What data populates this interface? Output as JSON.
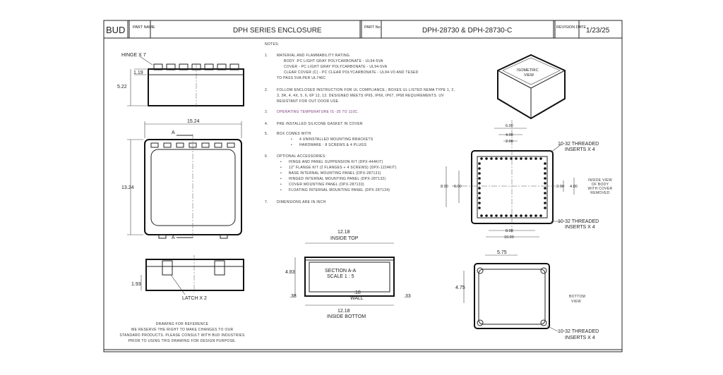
{
  "title_block": {
    "logo": "BUD",
    "part_name_label": "PART NAME",
    "part_name": "DPH SERIES ENCLOSURE",
    "part_no_label": "PART No.",
    "part_no": "DPH-28730 & DPH-28730-C",
    "revision_label": "REVISION DATE",
    "revision_date": "1/23/25"
  },
  "notes": {
    "heading": "NOTES:",
    "items": [
      {
        "num": "1.",
        "lines": [
          "MATERIAL AND FLAMMABILITY RATING.",
          "BODY -PC LIGHT GRAY POLYCARBONATE - UL94-5VA",
          "COVER - PC LIGHT GRAY POLYCARBONATE - UL94-5VA",
          "CLEAR COVER (C) - PC CLEAR POLYCARBONATE - UL94-V0 AND TESED",
          "TO PASS 5VA PER UL746C"
        ]
      },
      {
        "num": "2.",
        "lines": [
          "FOLLOW ENCLOSED INSTRUCTION FOR UL COMPLIANCE.; BOXES UL LISTED NEMA TYPE 1, 2,",
          "3, 3R, 4, 4X, 5, 6, 6P 12, 13. DESIGNED MEETS IP65, IP66, IP67, IP68 REQUIREMENTS. UV",
          "RESISTANT FOR OUT DOOR USE."
        ]
      },
      {
        "num": "3.",
        "lines": [
          "OPERATING TEMPERATURE IS -35 TO 110C."
        ]
      },
      {
        "num": "4.",
        "lines": [
          "PRE INSTALLED SILICONE GASKET IN COVER"
        ]
      },
      {
        "num": "5.",
        "lines": [
          "BOX COMES WITH"
        ],
        "bullets": [
          "4 UNINSTALLED MOUNTING BRACKETS",
          "HARDWARE : 8 SCREWS & 4 PLUGS"
        ]
      },
      {
        "num": "6.",
        "lines": [
          "OPTIONAL ACCESSORIES:"
        ],
        "bullets": [
          "HINGE AND PANEL SUPPENSION KIT  (DPX-444KIT)",
          "12\" FLANGE KIT (2 FLANGES + 4 SCREWS)  (DPX-1224KIT)",
          "BASE INTERNAL MOUNTING PANEL  (DPX-287131)",
          "HINGED INTERNAL MOUNTING PANEL  (DPX-287132)",
          "COVER MOUNTING PANEL  (DPX-287133)",
          "FLOATING INTERNAL MOUNTING PANEL  (DPX-287134)"
        ]
      },
      {
        "num": "7.",
        "lines": [
          "DIMENSIONS ARE IN INCH"
        ]
      }
    ],
    "highlight_color": "#7a3a7a"
  },
  "disclaimer": {
    "title": "DRAWING FOR REFERENCE",
    "lines": [
      "WE RESERVE THE RIGHT TO MAKE CHANGES TO OUR",
      "STANDARD PRODUCTS. PLEASE CONSULT WITH BUD INDUSTRIES",
      "PRIOR TO USING THIS DRAWING FOR DESIGN PURPOSE."
    ]
  },
  "views": {
    "side_top": {
      "hinge": "HINGE X 7",
      "d1": "1.19",
      "d2": "5.22"
    },
    "front": {
      "width": "15.24",
      "height": "13.24",
      "section_marker": "A"
    },
    "side_bottom": {
      "height": "1.93",
      "latch": "LATCH X 2"
    },
    "section": {
      "top_dim": "12.18",
      "top_label": "INSIDE TOP",
      "height": "4.83",
      "title": "SECTION A-A",
      "scale": "SCALE 1 : 5",
      "wall_dim": ".18",
      "wall_label": "WALL",
      "left_dim": ".38",
      "right_dim": ".33",
      "bottom_dim": "12.18",
      "bottom_label": "INSIDE BOTTOM"
    },
    "isometric": {
      "label1": "ISOMETRIC",
      "label2": "VIEW"
    },
    "inside": {
      "top_dims": [
        "6.00",
        "4.00",
        "2.00"
      ],
      "left_dims": [
        "8.00",
        "6.00"
      ],
      "right_dims": [
        "2.00",
        "4.00"
      ],
      "bottom_dims": [
        "8.00",
        "10.00"
      ],
      "insert_label1": "10-32 THREADED",
      "insert_label2": "INSERTS X 4",
      "view_label": [
        "INSIDE VIEW",
        "OF BODY",
        "WITH COVER",
        "REMOVED"
      ]
    },
    "bottom": {
      "width": "5.75",
      "height": "4.75",
      "view_label": [
        "BOTTOM",
        "VIEW"
      ],
      "insert_label1": "10-32 THREADED",
      "insert_label2": "INSERTS X 4"
    }
  }
}
